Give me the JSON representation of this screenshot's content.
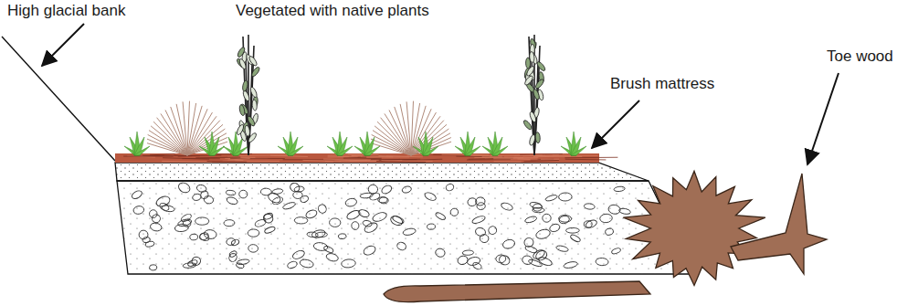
{
  "diagram": {
    "labels": [
      "High glacial bank",
      "Vegetated with native plants",
      "Brush mattress",
      "Toe wood"
    ]
  }
}
